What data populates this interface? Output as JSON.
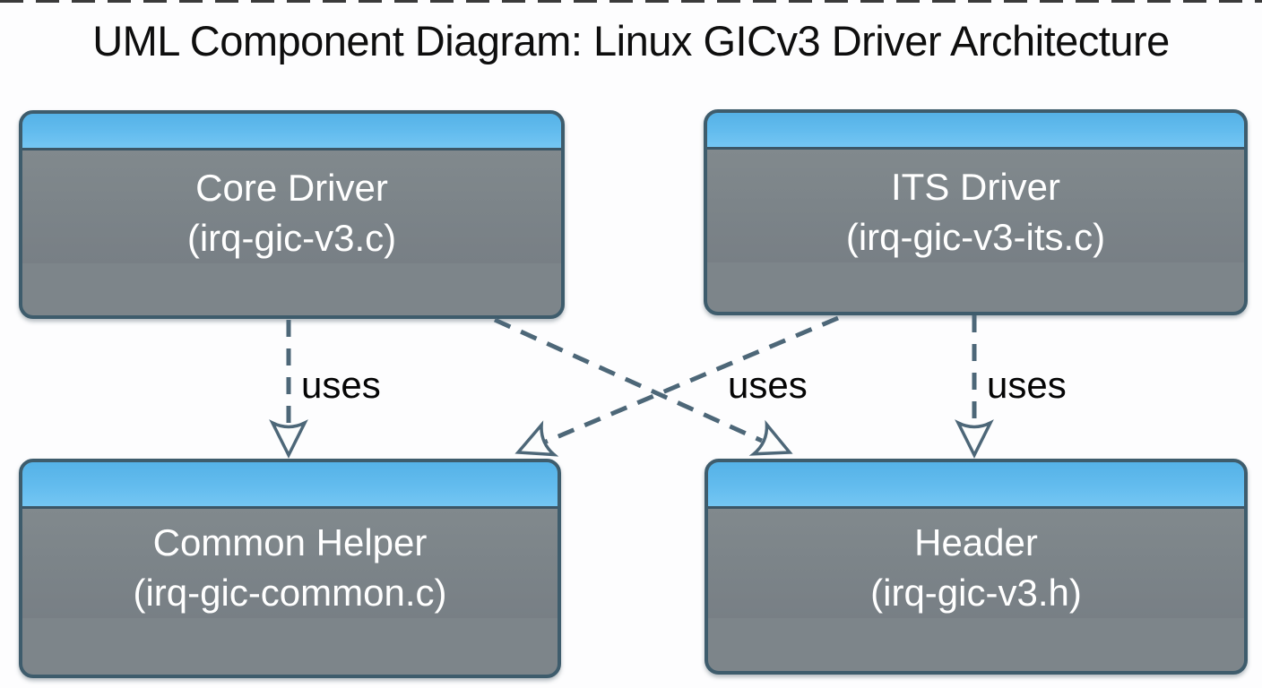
{
  "diagram": {
    "title": "UML Component Diagram: Linux GICv3 Driver Architecture",
    "type": "uml-component-diagram"
  },
  "components": [
    {
      "name": "Core Driver",
      "file": "(irq-gic-v3.c)"
    },
    {
      "name": "ITS Driver",
      "file": "(irq-gic-v3-its.c)"
    },
    {
      "name": "Common Helper",
      "file": "(irq-gic-common.c)"
    },
    {
      "name": "Header",
      "file": "(irq-gic-v3.h)"
    }
  ],
  "dependencies": [
    {
      "from": "Core Driver",
      "to": "Common Helper",
      "label": "uses"
    },
    {
      "from": "Core Driver",
      "to": "Header",
      "label": "uses"
    },
    {
      "from": "ITS Driver",
      "to": "Common Helper",
      "label": null
    },
    {
      "from": "ITS Driver",
      "to": "Header",
      "label": "uses"
    }
  ],
  "colors": {
    "component_header_blue": "#5cb8ea",
    "component_body_gray": "#7d858a",
    "component_border": "#3e5c6c",
    "dependency_line": "#4d6778",
    "component_text": "#ffffff",
    "label_text": "#050505",
    "background": "#fdfdfe"
  }
}
